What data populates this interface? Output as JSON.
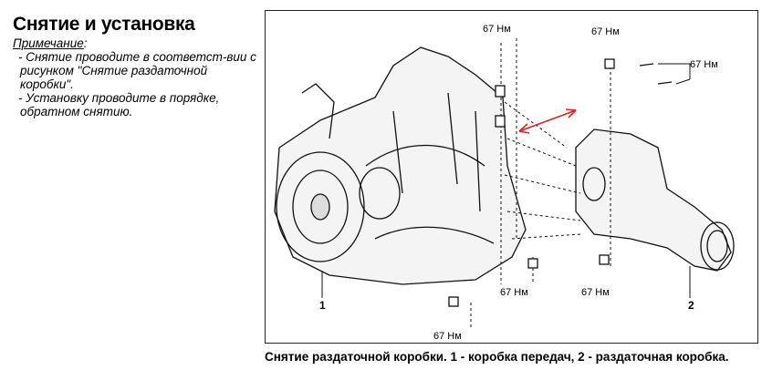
{
  "heading": "Снятие и установка",
  "note": {
    "label": "Примечание",
    "items": [
      "- Снятие проводите в соответст-вии с рисунком \"Снятие раздаточной коробки\".",
      "- Установку проводите в порядке, обратном снятию."
    ]
  },
  "figure": {
    "torque_labels": [
      "67 Нм",
      "67 Нм",
      "67 Нм",
      "67 Нм",
      "67 Нм",
      "67 Нм"
    ],
    "part_numbers": [
      "1",
      "2"
    ],
    "arrow_color": "#e02020",
    "caption": "Снятие раздаточной коробки. 1 - коробка передач, 2 - раздаточная коробка."
  }
}
